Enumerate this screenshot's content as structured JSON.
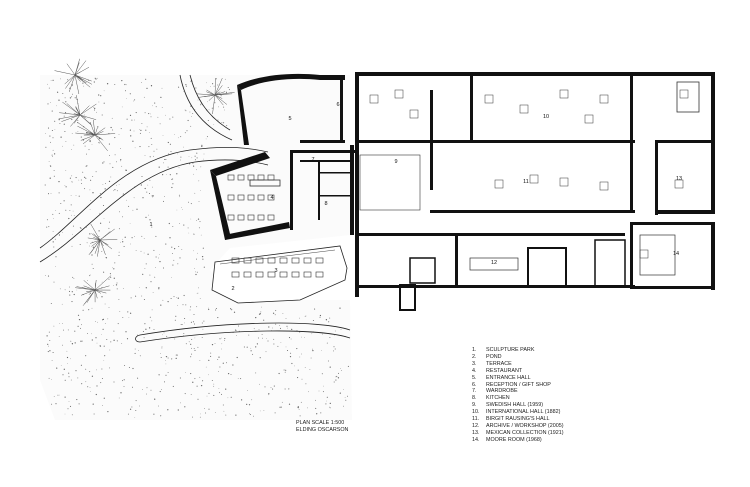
{
  "rooms": [
    {
      "num": "1",
      "name": "SCULPTURE PARK"
    },
    {
      "num": "2",
      "name": "POND"
    },
    {
      "num": "3",
      "name": "TERRACE"
    },
    {
      "num": "4",
      "name": "RESTAURANT"
    },
    {
      "num": "5",
      "name": "ENTRANCE HALL"
    },
    {
      "num": "6",
      "name": "RECEPTION / GIFT SHOP"
    },
    {
      "num": "7",
      "name": "WARDROBE"
    },
    {
      "num": "8",
      "name": "KITCHEN"
    },
    {
      "num": "9",
      "name": "SWEDISH HALL (1959)"
    },
    {
      "num": "10",
      "name": "INTERNATIONAL HALL (1882)"
    },
    {
      "num": "11",
      "name": "BIRGIT RAUSING'S HALL"
    },
    {
      "num": "12",
      "name": "ARCHIVE / WORKSHOP (2005)"
    },
    {
      "num": "13",
      "name": "MEXICAN COLLECTION (1921)"
    },
    {
      "num": "14",
      "name": "MOORE ROOM (1968)"
    }
  ],
  "scale": {
    "line1": "PLAN SCALE 1:500",
    "line2": "ELDING OSCARSON"
  }
}
